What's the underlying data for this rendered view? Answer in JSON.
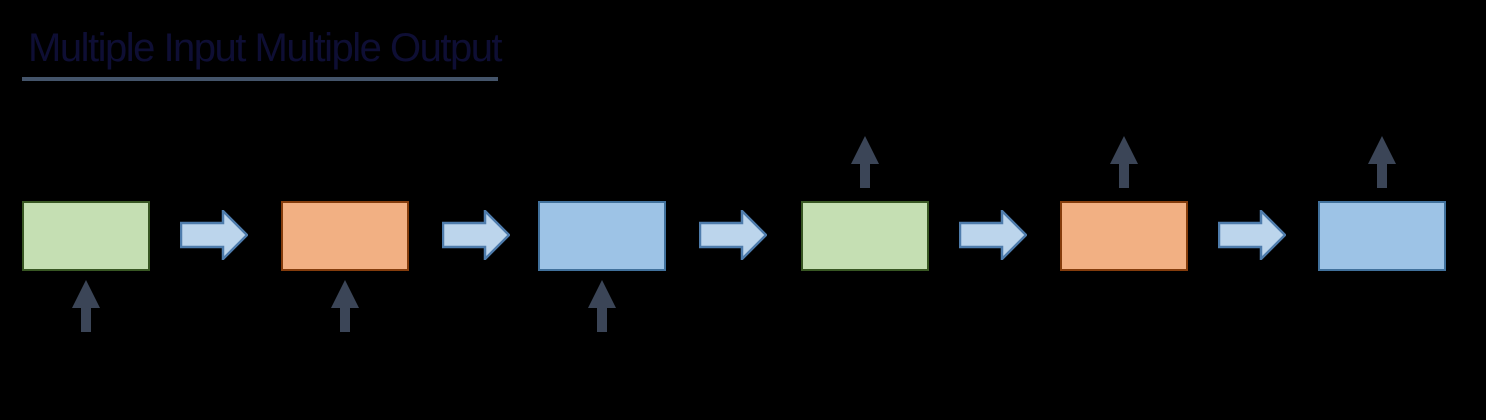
{
  "title": {
    "text": "Multiple Input Multiple Output",
    "color": "#0E0E34",
    "underline_color": "#44546A"
  },
  "background_color": "#000000",
  "diagram": {
    "type": "flow-sequence",
    "steps": [
      {
        "name": "block-1",
        "color_name": "green",
        "fill": "#C5DFB3",
        "border": "#385723",
        "io": "input-below"
      },
      {
        "name": "block-2",
        "color_name": "orange",
        "fill": "#F2B083",
        "border": "#843C0C",
        "io": "input-below"
      },
      {
        "name": "block-3",
        "color_name": "blue",
        "fill": "#9DC3E6",
        "border": "#41719C",
        "io": "input-below"
      },
      {
        "name": "block-4",
        "color_name": "green",
        "fill": "#C5DFB3",
        "border": "#385723",
        "io": "output-above"
      },
      {
        "name": "block-5",
        "color_name": "orange",
        "fill": "#F2B083",
        "border": "#843C0C",
        "io": "output-above"
      },
      {
        "name": "block-6",
        "color_name": "blue",
        "fill": "#9DC3E6",
        "border": "#41719C",
        "io": "output-above"
      }
    ],
    "connector": {
      "fill": "#BCD5EC",
      "stroke": "#4E7CAC",
      "direction": "right"
    },
    "io_arrow": {
      "fill": "#3B4557",
      "direction": "up"
    }
  }
}
